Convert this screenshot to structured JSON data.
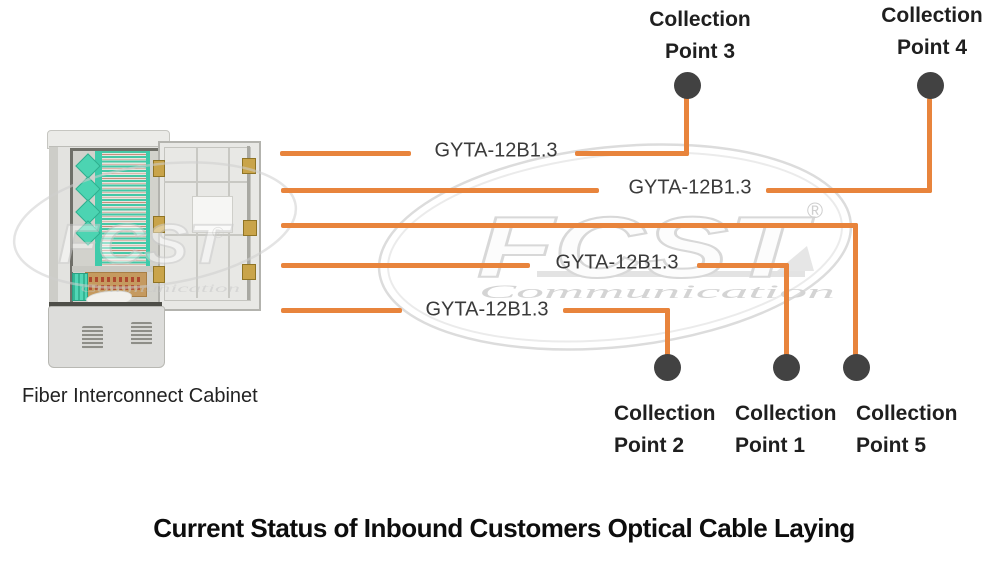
{
  "title": "Current Status of Inbound Customers Optical Cable Laying",
  "cabinet": {
    "label": "Fiber Interconnect Cabinet"
  },
  "watermark": {
    "brand": "FCST",
    "word": "Communication",
    "registered": "®"
  },
  "cables": [
    {
      "label": "GYTA-12B1.3",
      "from": "Fiber Interconnect Cabinet",
      "to": "Collection Point 3"
    },
    {
      "label": "GYTA-12B1.3",
      "from": "Fiber Interconnect Cabinet",
      "to": "Collection Point 4"
    },
    {
      "label": null,
      "from": "Fiber Interconnect Cabinet",
      "to": "Collection Point 5"
    },
    {
      "label": "GYTA-12B1.3",
      "from": "Fiber Interconnect Cabinet",
      "to": "Collection Point 1"
    },
    {
      "label": "GYTA-12B1.3",
      "from": "Fiber Interconnect Cabinet",
      "to": "Collection Point 2"
    }
  ],
  "collection_points": {
    "p3": {
      "line1": "Collection",
      "line2": "Point 3"
    },
    "p4": {
      "line1": "Collection",
      "line2": "Point 4"
    },
    "p2": {
      "line1": "Collection",
      "line2": "Point 2"
    },
    "p1": {
      "line1": "Collection",
      "line2": "Point 1"
    },
    "p5": {
      "line1": "Collection",
      "line2": "Point 5"
    }
  },
  "colors": {
    "cable_orange": "#e8843c",
    "node_gray": "#424242",
    "label_dark": "#3a3a3a",
    "watermark_gray": "#d8d8d8"
  }
}
